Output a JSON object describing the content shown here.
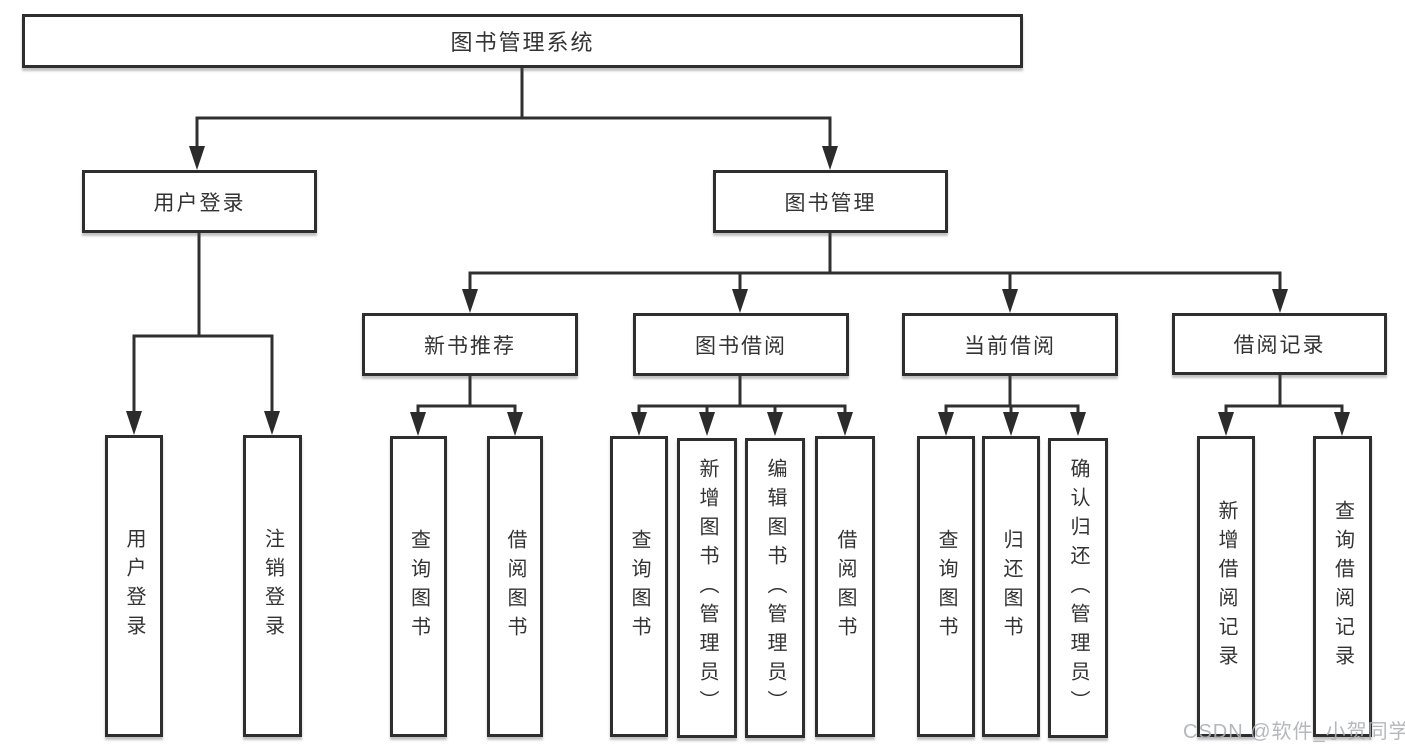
{
  "colors": {
    "background": "#ffffff",
    "line": "#303030",
    "box_border": "#2e2e2e",
    "text": "#333333",
    "watermark": "#acb1b7"
  },
  "tree": {
    "root": {
      "label": "图书管理系统"
    },
    "user_login": {
      "label": "用户登录",
      "children": [
        {
          "label": "用户登录"
        },
        {
          "label": "注销登录"
        }
      ]
    },
    "book_manage": {
      "label": "图书管理",
      "groups": [
        {
          "label": "新书推荐",
          "children": [
            {
              "label": "查询图书"
            },
            {
              "label": "借阅图书"
            }
          ]
        },
        {
          "label": "图书借阅",
          "children": [
            {
              "label": "查询图书"
            },
            {
              "label": "新增图书（管理员）"
            },
            {
              "label": "编辑图书（管理员）"
            },
            {
              "label": "借阅图书"
            }
          ]
        },
        {
          "label": "当前借阅",
          "children": [
            {
              "label": "查询图书"
            },
            {
              "label": "归还图书"
            },
            {
              "label": "确认归还（管理员）"
            }
          ]
        },
        {
          "label": "借阅记录",
          "children": [
            {
              "label": "新增借阅记录"
            },
            {
              "label": "查询借阅记录"
            }
          ]
        }
      ]
    }
  },
  "watermark": {
    "text": "CSDN @软件_小贺同学"
  }
}
